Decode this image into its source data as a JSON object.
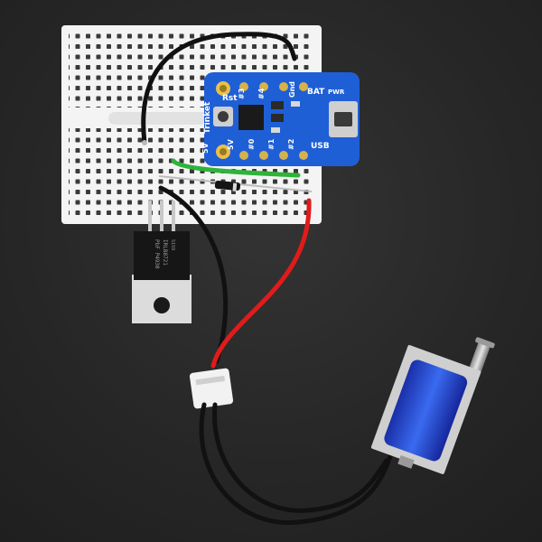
{
  "scene": {
    "background": "#2b2b2b",
    "breadboard_color": "#f4f4f4",
    "pcb_color": "#1f5fd6",
    "solenoid_color": "#1e3fc8",
    "wire_colors": {
      "black": "#111111",
      "red": "#e01b1b",
      "green": "#2fb33a"
    }
  },
  "trinket": {
    "name": "Trinket",
    "voltage": "5V",
    "rst": "Rst",
    "pin3": "#3",
    "pin4": "#4",
    "gnd": "Gnd",
    "bat": "BAT",
    "usb": "USB",
    "pwr": "PWR",
    "pin0": "#0",
    "pin1": "#1",
    "pin2": "#2",
    "five_v": "5V"
  },
  "mosfet": {
    "line1": "IRLB8721",
    "line2": "PbF P4930",
    "line3": "S1S9"
  }
}
